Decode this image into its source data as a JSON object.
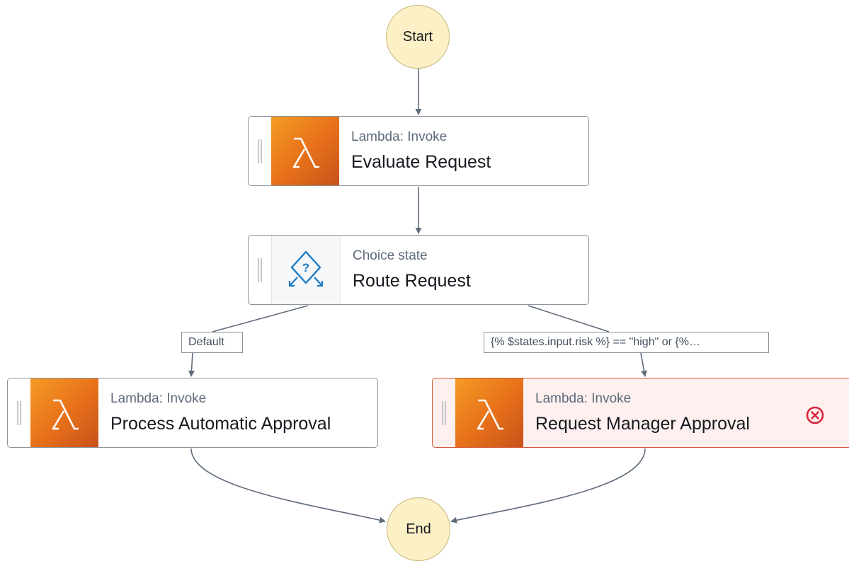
{
  "diagram": {
    "start": {
      "label": "Start"
    },
    "end": {
      "label": "End"
    },
    "states": [
      {
        "type_label": "Lambda: Invoke",
        "name": "Evaluate Request",
        "icon": "lambda-icon",
        "status": "normal"
      },
      {
        "type_label": "Choice state",
        "name": "Route Request",
        "icon": "choice-icon",
        "status": "normal"
      },
      {
        "type_label": "Lambda: Invoke",
        "name": "Process Automatic Approval",
        "icon": "lambda-icon",
        "status": "normal"
      },
      {
        "type_label": "Lambda: Invoke",
        "name": "Request Manager Approval",
        "icon": "lambda-icon",
        "status": "error",
        "status_icon": "error-icon"
      }
    ],
    "edges": [
      {
        "from": "Start",
        "to": "Evaluate Request"
      },
      {
        "from": "Evaluate Request",
        "to": "Route Request"
      },
      {
        "from": "Route Request",
        "to": "Process Automatic Approval",
        "label": "Default"
      },
      {
        "from": "Route Request",
        "to": "Request Manager Approval",
        "label": "{% $states.input.risk %} == \"high\" or {%…"
      },
      {
        "from": "Process Automatic Approval",
        "to": "End"
      },
      {
        "from": "Request Manager Approval",
        "to": "End"
      }
    ]
  },
  "colors": {
    "terminal_fill": "#fbf0c6",
    "lambda_orange": "#e8731a",
    "choice_blue": "#1a7bc7",
    "error_red": "#d6253c",
    "error_fill": "#fdf0ef",
    "edge_gray": "#5f6b7a"
  }
}
